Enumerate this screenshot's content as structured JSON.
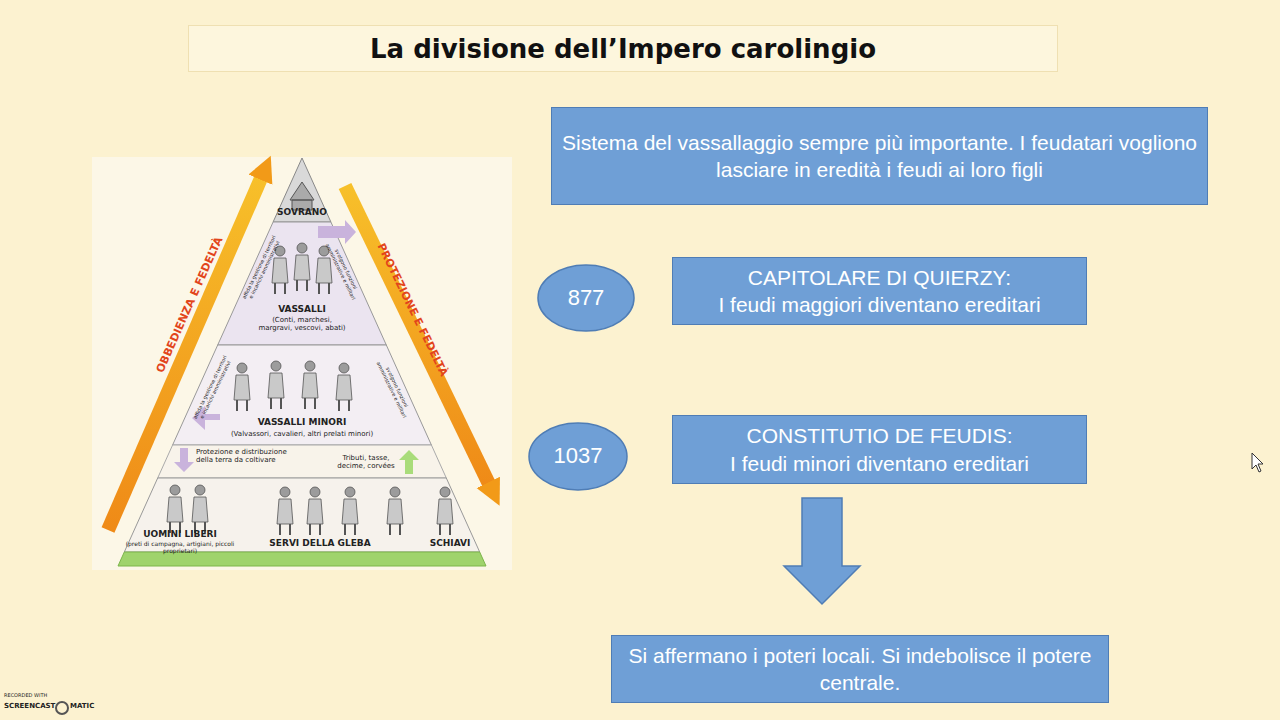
{
  "diagram": {
    "title": "La divisione dell’Impero carolingio",
    "nodes": [
      {
        "text": [
          "Sistema del vassallaggio sempre più importante. I feudatari vogliono lasciare in eredità i feudi ai loro figli"
        ]
      },
      {
        "text": [
          "877"
        ]
      },
      {
        "text": [
          "CAPITOLARE DI QUIERZY:",
          "I feudi maggiori diventano ereditari"
        ]
      },
      {
        "text": [
          "1037"
        ]
      },
      {
        "text": [
          "CONSTITUTIO DE FEUDIS:",
          "I feudi minori diventano ereditari"
        ]
      },
      {
        "text": [
          "Si affermano i poteri locali. Si indebolisce il potere centrale."
        ]
      }
    ],
    "edges": [
      {
        "from": 4,
        "to": 5,
        "arrow": "to"
      }
    ],
    "labels": [
      "SOVRANO",
      "VASSALLI",
      "(Conti, marchesi, margravi, vescovi, abati)",
      "VASSALLI MINORI",
      "(Valvassori, cavalieri, altri prelati minori)",
      "Protezione e distribuzione della terra da coltivare",
      "Tributi, tasse, decime, corvées",
      "UOMINI LIBERI",
      "(preti di campagna, artigiani, piccoli proprietari)",
      "SERVI DELLA GLEBA",
      "SCHIAVI",
      "OBBEDIENZA E FEDELTÀ",
      "PROTEZIONE E FEDELTÀ",
      "affida la gestione di territori e incarichi amministrativi",
      "svolgono funzioni amministrative e militari",
      "affida la gestione di territori e incarichi amministrativi",
      "svolgono funzioni amministrative e militari",
      "RECORDED WITH",
      "SCREENCAST",
      "MATIC"
    ]
  }
}
